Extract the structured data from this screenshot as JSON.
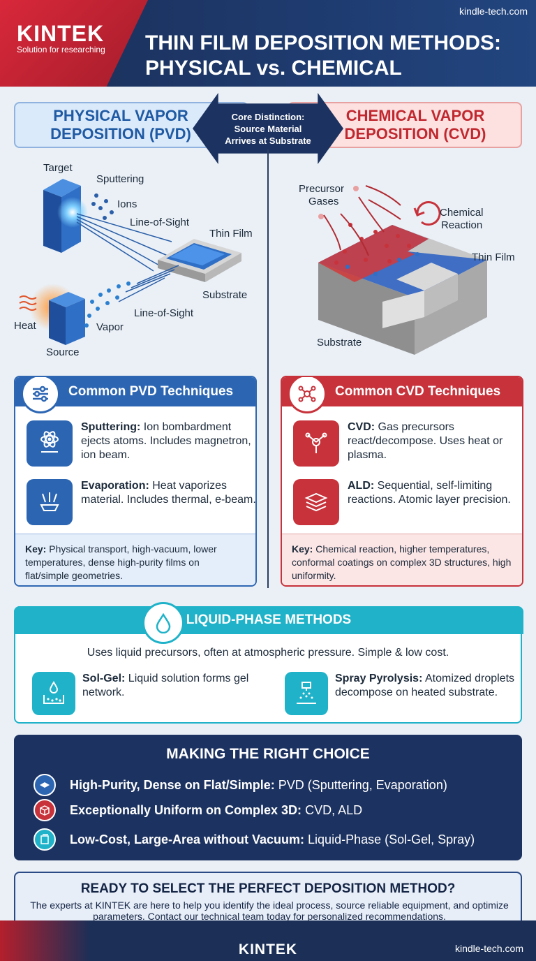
{
  "header": {
    "logo": "KINTEK",
    "tagline": "Solution for researching",
    "site": "kindle-tech.com",
    "title_line1": "THIN FILM DEPOSITION METHODS:",
    "title_line2": "PHYSICAL vs. CHEMICAL"
  },
  "pvd": {
    "title_line1": "PHYSICAL VAPOR",
    "title_line2": "DEPOSITION (PVD)",
    "diagram": {
      "target": "Target",
      "sputtering": "Sputtering",
      "ions": "Ions",
      "los1": "Line-of-Sight",
      "thin_film": "Thin Film",
      "substrate": "Substrate",
      "los2": "Line-of-Sight",
      "heat": "Heat",
      "vapor": "Vapor",
      "source": "Source"
    },
    "card_title": "Common PVD Techniques",
    "tech1_name": "Sputtering:",
    "tech1_desc": " Ion bombardment ejects atoms. Includes magnetron, ion beam.",
    "tech2_name": "Evaporation:",
    "tech2_desc": " Heat vaporizes material. Includes thermal, e-beam.",
    "key_label": "Key:",
    "key_text": " Physical transport, high-vacuum, lower temperatures, dense high-purity films on flat/simple geometries."
  },
  "core": {
    "text": "Core Distinction: Source Material Arrives at Substrate"
  },
  "cvd": {
    "title_line1": "CHEMICAL VAPOR",
    "title_line2": "DEPOSITION (CVD)",
    "diagram": {
      "precursor1": "Precursor",
      "precursor2": "Gases",
      "reaction1": "Chemical",
      "reaction2": "Reaction",
      "thin_film": "Thin Film",
      "substrate": "Substrate"
    },
    "card_title": "Common CVD Techniques",
    "tech1_name": "CVD:",
    "tech1_desc": " Gas precursors react/decompose. Uses heat or plasma.",
    "tech2_name": "ALD:",
    "tech2_desc": " Sequential, self-limiting reactions. Atomic layer precision.",
    "key_label": "Key:",
    "key_text": " Chemical reaction, higher temperatures, conformal coatings on complex 3D structures, high uniformity."
  },
  "liquid": {
    "title": "LIQUID-PHASE METHODS",
    "subtitle": "Uses liquid precursors, often at atmospheric pressure. Simple & low cost.",
    "m1_name": "Sol-Gel:",
    "m1_desc": " Liquid solution forms gel network.",
    "m2_name": "Spray Pyrolysis:",
    "m2_desc": " Atomized droplets decompose on heated substrate."
  },
  "choice": {
    "title": "MAKING THE RIGHT CHOICE",
    "rows": [
      {
        "label": "High-Purity, Dense on Flat/Simple:",
        "value": " PVD (Sputtering, Evaporation)"
      },
      {
        "label": "Exceptionally Uniform on Complex 3D:",
        "value": " CVD, ALD"
      },
      {
        "label": "Low-Cost, Large-Area without Vacuum:",
        "value": " Liquid-Phase (Sol-Gel, Spray)"
      }
    ]
  },
  "cta": {
    "title": "READY TO SELECT THE PERFECT DEPOSITION METHOD?",
    "body": "The experts at KINTEK are here to help you identify the ideal process, source reliable equipment, and optimize parameters. Contact our technical team today for personalized recommendations."
  },
  "footer": {
    "logo": "KINTEK",
    "site": "kindle-tech.com"
  },
  "colors": {
    "navy": "#1c3260",
    "pvd_blue": "#2c66b3",
    "cvd_red": "#c7323b",
    "liquid_teal": "#1fb2c8"
  }
}
